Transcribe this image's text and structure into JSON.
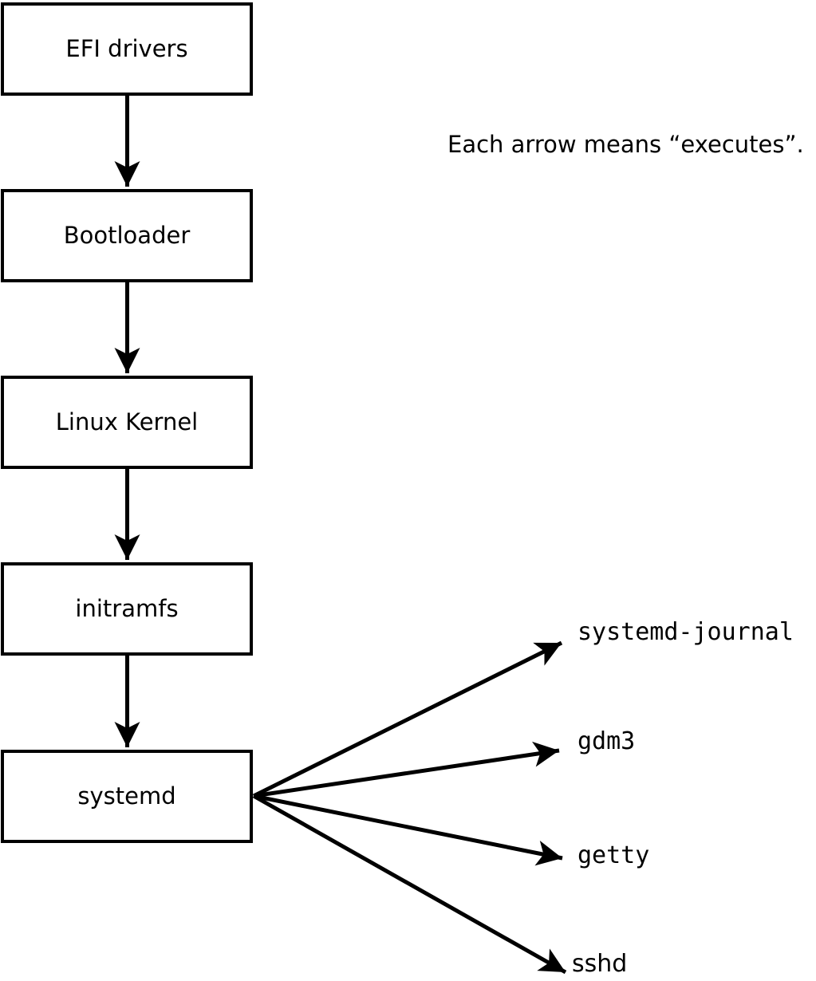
{
  "diagram": {
    "note": "Each arrow means “executes”.",
    "chain": [
      {
        "label": "EFI drivers"
      },
      {
        "label": "Bootloader"
      },
      {
        "label": "Linux Kernel"
      },
      {
        "label": "initramfs"
      },
      {
        "label": "systemd"
      }
    ],
    "spawned": [
      {
        "label": "systemd-journal"
      },
      {
        "label": "gdm3"
      },
      {
        "label": "getty"
      },
      {
        "label": "sshd"
      }
    ],
    "colors": {
      "line": "#000000",
      "background": "#ffffff"
    }
  }
}
